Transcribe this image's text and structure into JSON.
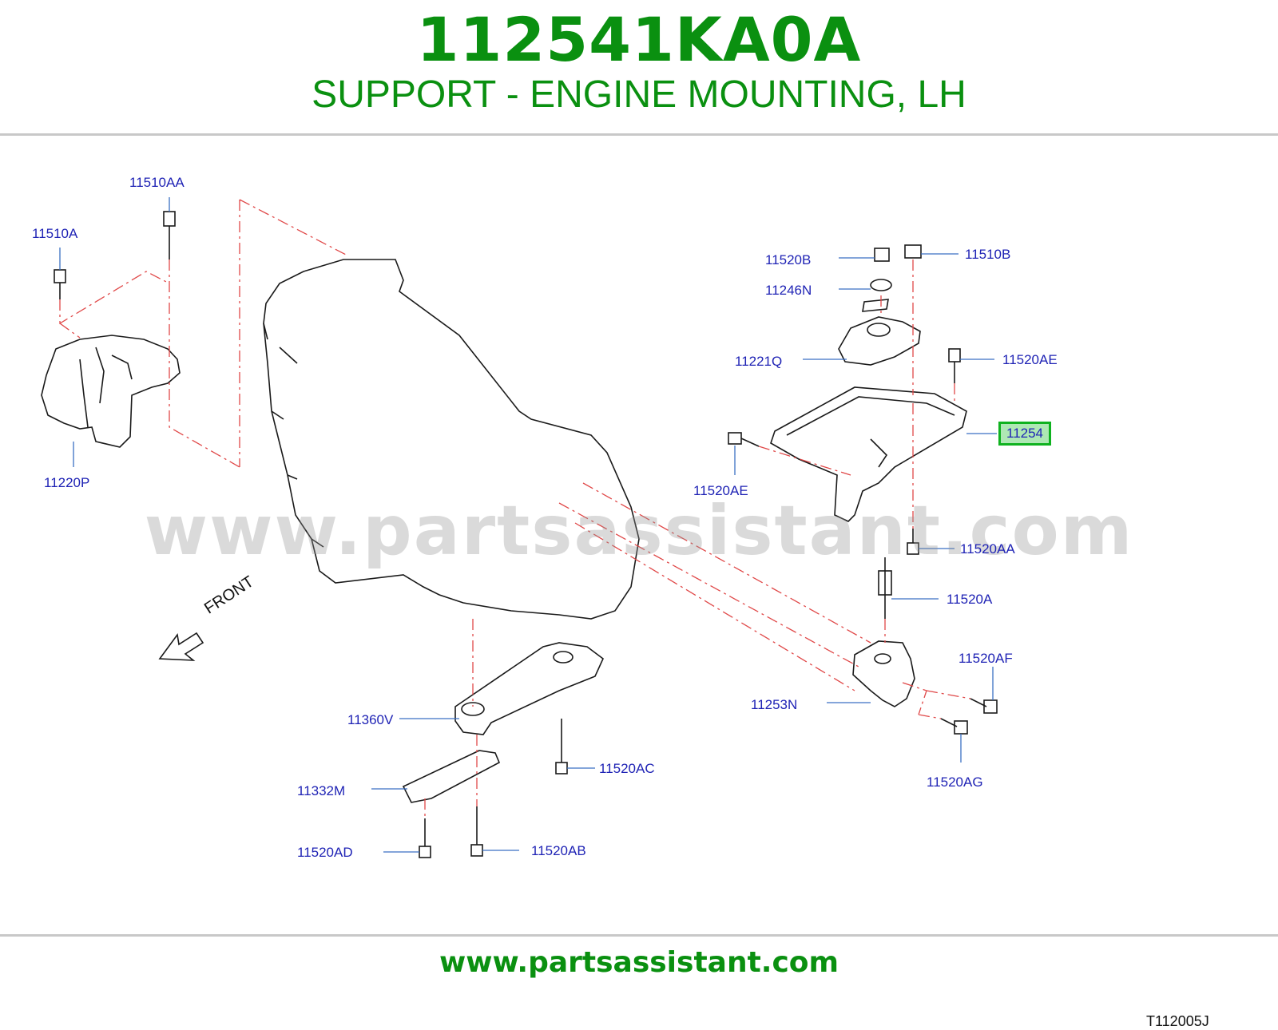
{
  "header": {
    "part_number": "112541KA0A",
    "part_name": "SUPPORT - ENGINE MOUNTING, LH"
  },
  "diagram": {
    "watermark": "www.partsassistant.com",
    "front_label": "FRONT",
    "diagram_code": "T112005J",
    "highlighted_part": "11254",
    "callouts": {
      "c11510AA": "11510AA",
      "c11510A": "11510A",
      "c11220P": "11220P",
      "c11520B": "11520B",
      "c11510B": "11510B",
      "c11246N": "11246N",
      "c11221Q": "11221Q",
      "c11520AE_top": "11520AE",
      "c11254": "11254",
      "c11520AE_left": "11520AE",
      "c11520AA": "11520AA",
      "c11520A": "11520A",
      "c11520AF": "11520AF",
      "c11253N": "11253N",
      "c11520AG": "11520AG",
      "c11360V": "11360V",
      "c11520AC": "11520AC",
      "c11332M": "11332M",
      "c11520AD": "11520AD",
      "c11520AB": "11520AB"
    },
    "colors": {
      "callout_text": "#1f23b5",
      "leader_line": "#3a6fc4",
      "dashed_line": "#e04848",
      "highlight_border": "#0fb21f",
      "highlight_fill": "#aee8b4"
    }
  },
  "footer": {
    "url": "www.partsassistant.com"
  },
  "theme": {
    "brand_green": "#0a9010"
  }
}
